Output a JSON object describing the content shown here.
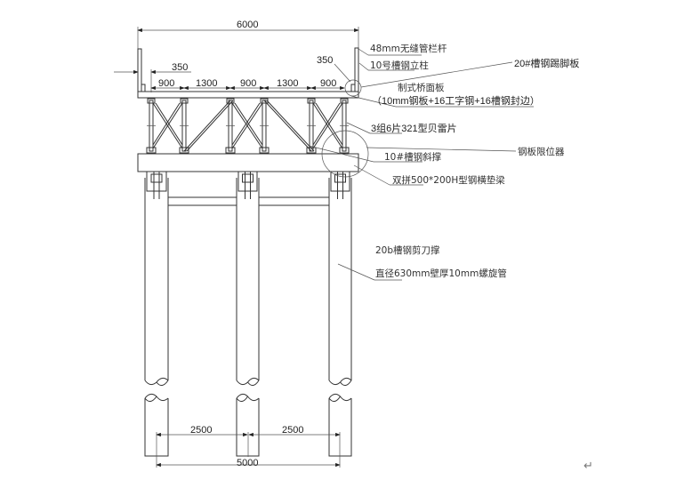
{
  "dimensions": {
    "total_width": "6000",
    "edge_offset_left": "350",
    "edge_offset_right": "350",
    "spacings": [
      "900",
      "1300",
      "900",
      "1300",
      "900"
    ],
    "pile_spacing_left": "2500",
    "pile_spacing_right": "2500",
    "pile_total": "5000"
  },
  "labels": {
    "railing": "48mm无缝管栏杆",
    "post": "10号槽钢立柱",
    "kickplate": "20#槽钢踢脚板",
    "deck": "制式桥面板",
    "deck_detail": "（10mm钢板+16工字钢+16槽钢封边）",
    "bailey": "3组6片321型贝雷片",
    "limiter": "钢板限位器",
    "diagonal": "10#槽钢斜撑",
    "crossbeam": "双拼500*200H型钢横垫梁",
    "scissor": "20b槽钢剪刀撑",
    "pile": "直径630mm壁厚10mm螺旋管"
  },
  "return_mark": "↵"
}
